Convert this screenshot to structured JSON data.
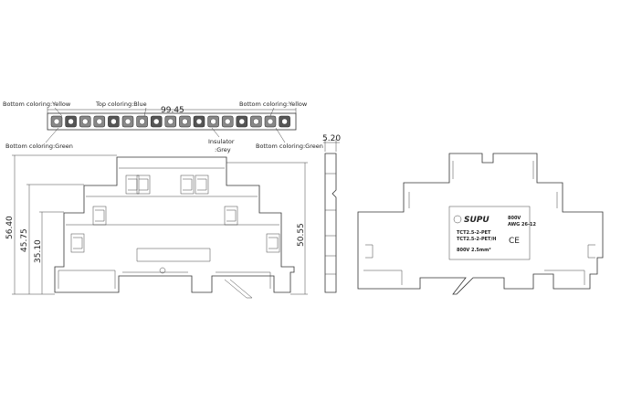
{
  "top_strip": {
    "label_left_top": "Bottom coloring:Yellow",
    "label_mid_top": "Top coloring:Blue",
    "label_right_top": "Bottom coloring:Yellow",
    "label_left_bottom": "Bottom coloring:Green",
    "label_right_bottom": "Bottom coloring:Green",
    "label_insulator_1": "Insulator",
    "label_insulator_2": ":Grey",
    "width_dim": "99.45"
  },
  "dimensions": {
    "height_total": "56.40",
    "height_mid": "45.75",
    "height_low": "35.10",
    "height_right": "50.55",
    "side_thickness": "5.20"
  },
  "product_marking": {
    "brand": "SUPU",
    "model_1": "TCT2.5-2-PET",
    "model_2": "TCT2.5-2-PET/H",
    "rating_v": "800V",
    "rating_awg": "AWG 26-12",
    "rating_line": "800V 2.5mm²",
    "ce": "CE"
  }
}
